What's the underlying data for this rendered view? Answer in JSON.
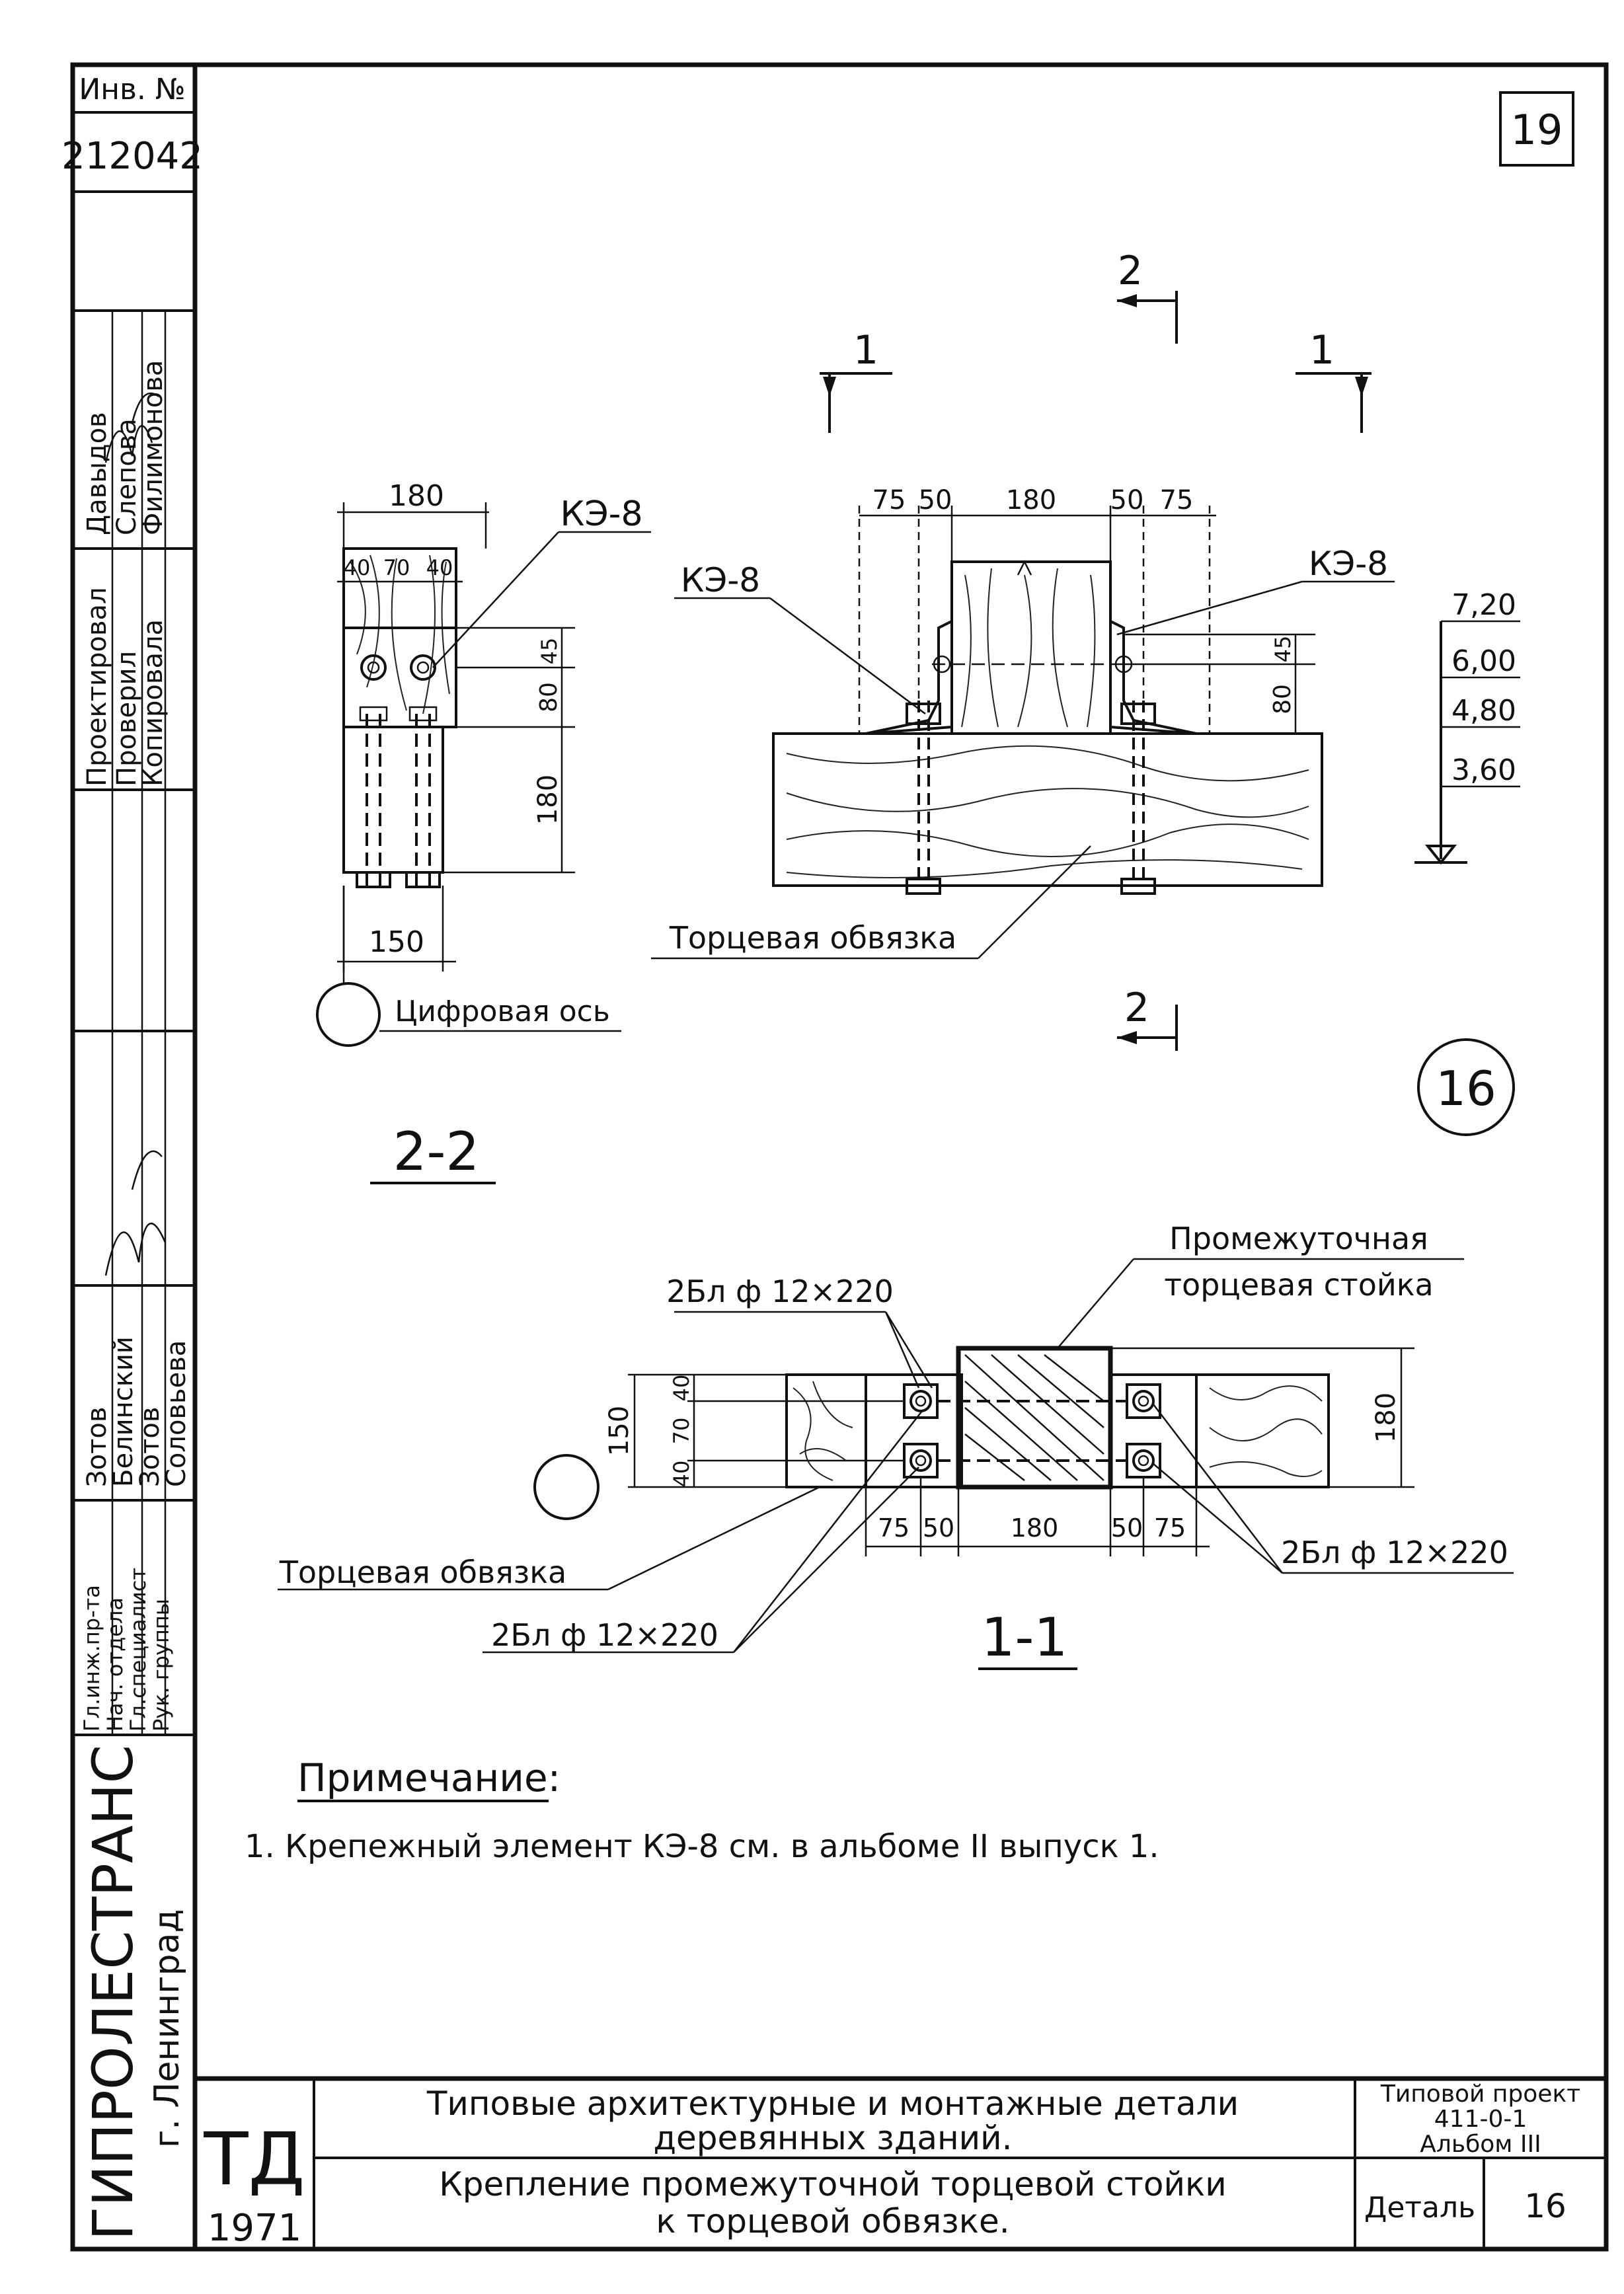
{
  "sheet": {
    "number": "19",
    "inv_label": "Инв. №",
    "inv_number": "212042",
    "detail_label": "Деталь",
    "detail_number": "16",
    "circle_label": "16"
  },
  "stamp_roles": {
    "top": [
      "Проектировал",
      "Проверил",
      "Копировала"
    ],
    "top_names": [
      "Давыдов",
      "Слепова",
      "Филимонова"
    ],
    "bottom": [
      "Гл.инж.пр-та",
      "Нач. отдела",
      "Гл.специалист",
      "Рук. группы"
    ],
    "bottom_names": [
      "Зотов",
      "Белинский",
      "Зотов",
      "Соловьева"
    ]
  },
  "organization": {
    "name": "ГИПРОЛЕСТРАНС",
    "city": "г. Ленинград"
  },
  "title_block": {
    "code": "ТД",
    "year": "1971",
    "title_line1": "Типовые архитектурные и монтажные детали",
    "title_line2": "деревянных зданий.",
    "subtitle_line1": "Крепление промежуточной торцевой стойки",
    "subtitle_line2": "к торцевой обвязке.",
    "project_line1": "Типовой проект",
    "project_line2": "411-0-1",
    "project_line3": "Альбом III"
  },
  "section_2_2": {
    "title": "2-2",
    "dim_top": "180",
    "dim_sub": [
      "40",
      "70",
      "40"
    ],
    "dims_right": [
      "45",
      "80",
      "180"
    ],
    "dim_bottom": "150",
    "element": "КЭ-8",
    "axis_label": "Цифровая ось"
  },
  "elevation": {
    "marks": [
      "1",
      "1",
      "2",
      "2"
    ],
    "dims_top": [
      "75",
      "50",
      "180",
      "50",
      "75"
    ],
    "dims_right": [
      "45",
      "80"
    ],
    "element_left": "КЭ-8",
    "element_right": "КЭ-8",
    "levels": [
      "7,20",
      "6,00",
      "4,80",
      "3,60"
    ],
    "beam_label": "Торцевая обвязка"
  },
  "section_1_1": {
    "title": "1-1",
    "post_label_1": "Промежуточная",
    "post_label_2": "торцевая стойка",
    "bolt_top": "2Бл ф 12×220",
    "bolt_right": "2Бл ф 12×220",
    "bolt_bottom": "2Бл ф 12×220",
    "beam_label": "Торцевая обвязка",
    "dims_left": [
      "150",
      "40",
      "70",
      "40"
    ],
    "dim_right": "180",
    "dims_bottom": [
      "75",
      "50",
      "180",
      "50",
      "75"
    ]
  },
  "note": {
    "heading": "Примечание:",
    "text": "1. Крепежный элемент КЭ-8 см. в альбоме II выпуск 1."
  }
}
